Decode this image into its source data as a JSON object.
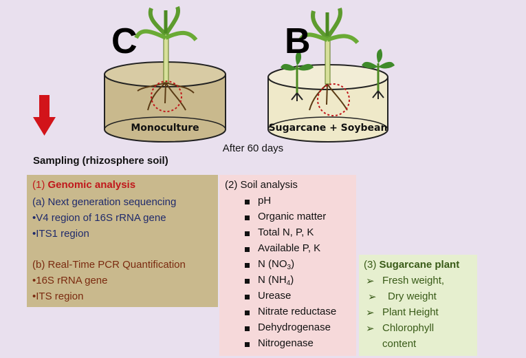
{
  "diagram": {
    "left_pot": {
      "letter": "C",
      "label": "Monoculture"
    },
    "right_pot": {
      "letter": "B",
      "label": "Sugarcane + Soybean"
    },
    "after_label": "After 60 days",
    "arrow_color": "#d2141a",
    "sampling_label": "Sampling (rhizosphere soil)"
  },
  "genomic": {
    "heading_num": "(1) ",
    "heading_text": "Genomic analysis",
    "sub_a": "(a) Next generation sequencing",
    "items_a": [
      "•V4 region of 16S rRNA gene",
      "•ITS1 region"
    ],
    "sub_b": "(b) Real-Time PCR Quantification",
    "items_b": [
      "•16S rRNA gene",
      "•ITS region"
    ]
  },
  "soil": {
    "heading": "(2) Soil analysis",
    "items": [
      "pH",
      "Organic matter",
      "Total N, P, K",
      "Available P, K",
      "N (NO",
      "3",
      ")",
      "N (NH",
      "4",
      ")",
      "Urease",
      "Nitrate reductase",
      "Dehydrogenase",
      "Nitrogenase"
    ]
  },
  "plant": {
    "heading_num": "(3) ",
    "heading_text": "Sugarcane plant",
    "items": [
      "Fresh weight,",
      "Dry weight",
      "Plant Height",
      "Chlorophyll",
      "content"
    ]
  },
  "colors": {
    "genomic_bg": "#c9b98d",
    "soil_bg": "#f6d9da",
    "plant_bg": "#e6efcf",
    "background": "#e9e0ee"
  }
}
